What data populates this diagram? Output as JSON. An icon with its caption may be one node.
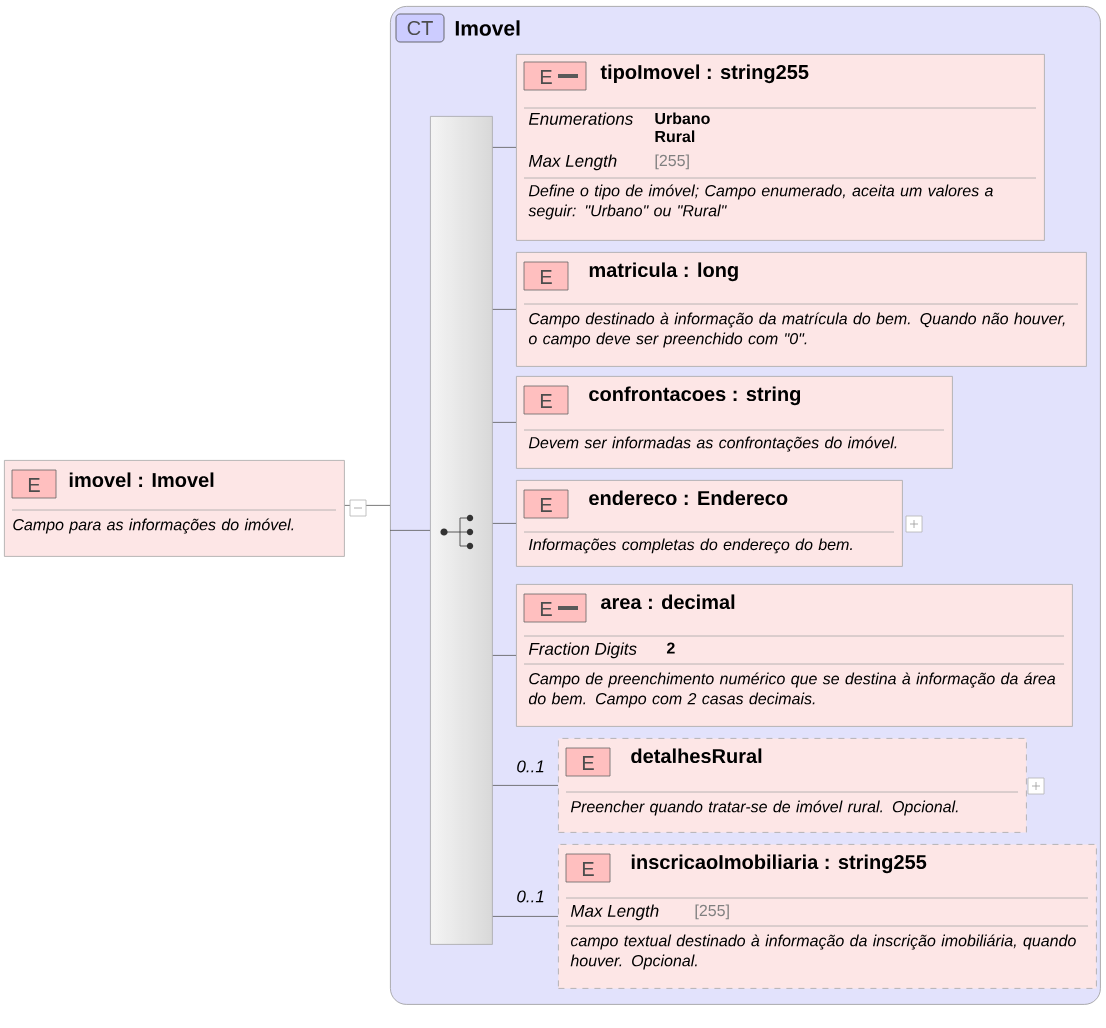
{
  "diagram": {
    "nodes": [
      {
        "text": [
          "E",
          "imovel : Imovel",
          "Campo para as informações do imóvel."
        ]
      },
      {
        "text": [
          "CT",
          "Imovel"
        ]
      },
      {
        "text": [],
        "shape": "bar",
        "in": 1
      },
      {
        "text": [
          "E",
          "tipoImovel : string255",
          "Enumerations",
          "Urbano",
          "Rural",
          "Max Length",
          "[255]",
          "Define o tipo de imóvel; Campo enumerado, aceita um valores a seguir: \"Urbano\" ou \"Rural\""
        ],
        "in": 1
      },
      {
        "text": [
          "E",
          "matricula : long",
          "Campo destinado à informação da matrícula do bem. Quando não houver, o campo deve ser preenchido com \"0\"."
        ],
        "in": 1
      },
      {
        "text": [
          "E",
          "confrontacoes : string",
          "Devem ser informadas as confrontações do imóvel."
        ],
        "in": 1
      },
      {
        "text": [
          "E",
          "endereco : Endereco",
          "Informações completas do endereço do bem."
        ],
        "in": 1
      },
      {
        "text": [
          "E",
          "area : decimal",
          "Fraction Digits",
          "2",
          "Campo de preenchimento numérico que se destina à informação da área do bem. Campo com 2 casas decimais."
        ],
        "in": 1
      },
      {
        "text": [
          "E",
          "detalhesRural",
          "Preencher quando tratar-se de imóvel rural. Opcional."
        ],
        "beside": [
          "0..1"
        ],
        "in": 1
      },
      {
        "text": [
          "E",
          "inscricaoImobiliaria : string255",
          "Max Length",
          "[255]",
          "campo textual destinado à informação da inscrição imobiliária, quando houver. Opcional."
        ],
        "beside": [
          "0..1"
        ],
        "in": 1
      }
    ],
    "edges": [
      {
        "from": 0,
        "to": 1,
        "arrow": "none"
      },
      {
        "from": 1,
        "to": 2,
        "arrow": "none"
      },
      {
        "from": 2,
        "to": 3,
        "arrow": "none"
      },
      {
        "from": 2,
        "to": 4,
        "arrow": "none"
      },
      {
        "from": 2,
        "to": 5,
        "arrow": "none"
      },
      {
        "from": 2,
        "to": 6,
        "arrow": "none"
      },
      {
        "from": 2,
        "to": 7,
        "arrow": "none"
      },
      {
        "from": 2,
        "to": 8,
        "arrow": "none"
      },
      {
        "from": 2,
        "to": 9,
        "arrow": "none"
      }
    ]
  }
}
